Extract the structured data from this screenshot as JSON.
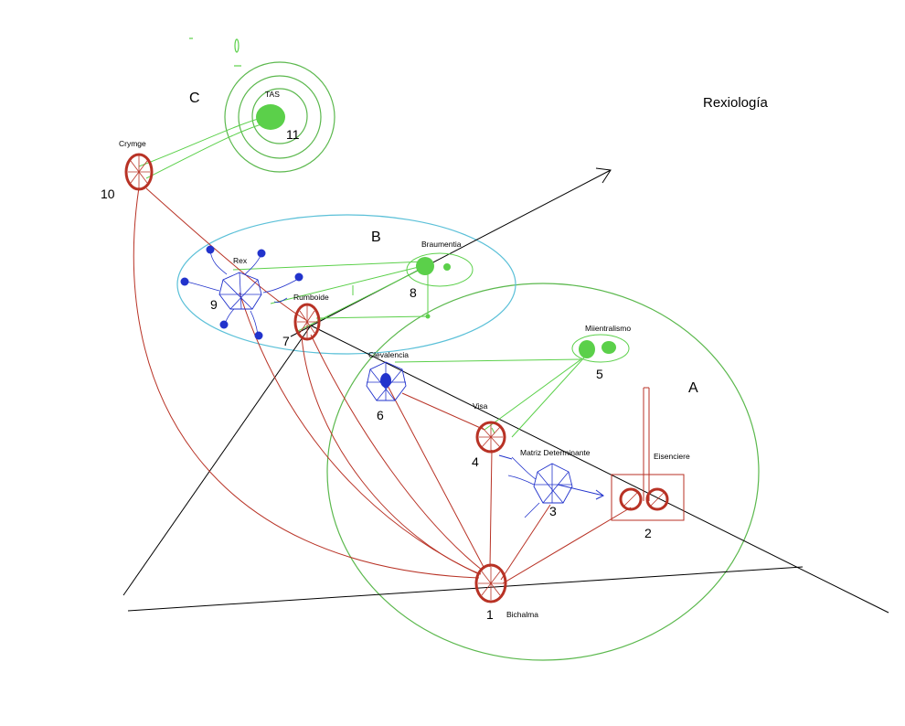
{
  "title": "Rexiología",
  "regions": [
    {
      "id": "A",
      "letter": "A",
      "color": "#5bb84d"
    },
    {
      "id": "B",
      "letter": "B",
      "color": "#5bc0d8"
    },
    {
      "id": "C",
      "letter": "C",
      "color": "#5bb84d"
    }
  ],
  "nodes": [
    {
      "id": "n1",
      "number": "1",
      "name": "Bichalma",
      "kind": "red-ellipse"
    },
    {
      "id": "n2",
      "number": "2",
      "name": "Eisenciere",
      "kind": "red-pair-box"
    },
    {
      "id": "n3",
      "number": "3",
      "name": "Matriz Determinante",
      "kind": "blue-star"
    },
    {
      "id": "n4",
      "number": "4",
      "name": "Visa",
      "kind": "red-ellipse"
    },
    {
      "id": "n5",
      "number": "5",
      "name": "Miientralismo",
      "kind": "green-blobs"
    },
    {
      "id": "n6",
      "number": "6",
      "name": "Clevalencia",
      "kind": "blue-star-dot"
    },
    {
      "id": "n7",
      "number": "7",
      "name": "Rumboide",
      "kind": "red-ellipse"
    },
    {
      "id": "n8",
      "number": "8",
      "name": "Braumentia",
      "kind": "green-blobs"
    },
    {
      "id": "n9",
      "number": "9",
      "name": "Rex",
      "kind": "blue-star-satellites"
    },
    {
      "id": "n10",
      "number": "10",
      "name": "Crymge",
      "kind": "red-ellipse"
    },
    {
      "id": "n11",
      "number": "11",
      "name": "TAS",
      "kind": "green-target"
    }
  ],
  "colors": {
    "red": "#b83225",
    "green": "#5bd04a",
    "blue": "#2233cc",
    "cyan": "#5bc0d8",
    "black": "#000000"
  }
}
